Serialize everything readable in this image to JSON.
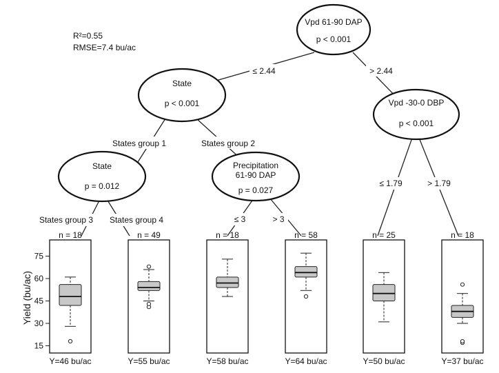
{
  "stats": {
    "r2": "R²=0.55",
    "rmse": "RMSE=7.4 bu/ac"
  },
  "nodes": {
    "root": {
      "title": "Vpd 61-90 DAP",
      "p": "p < 0.001"
    },
    "state1": {
      "title": "State",
      "p": "p < 0.001"
    },
    "vpd30": {
      "title": "Vpd -30-0 DBP",
      "p": "p < 0.001"
    },
    "state2": {
      "title": "State",
      "p": "p = 0.012"
    },
    "precip": {
      "title1": "Precipitation",
      "title2": "61-90 DAP",
      "p": "p = 0.027"
    }
  },
  "edges": {
    "root_left": "≤ 2.44",
    "root_right": "> 2.44",
    "state1_left": "States group 1",
    "state1_right": "States group 2",
    "state2_left": "States group 3",
    "state2_right": "States group 4",
    "precip_left": "≤ 3",
    "precip_right": "> 3",
    "vpd30_left": "≤ 1.79",
    "vpd30_right": "> 1.79"
  },
  "chart_data": {
    "type": "box",
    "ylabel": "Yield (bu/ac)",
    "ylim": [
      12,
      84
    ],
    "yticks": [
      15,
      30,
      45,
      60,
      75
    ],
    "panels": [
      {
        "n": "n = 18",
        "footer": "Y=46 bu/ac",
        "whisker_low": 28,
        "q1": 42,
        "median": 48,
        "q3": 56,
        "whisker_high": 61,
        "outliers": [
          18
        ]
      },
      {
        "n": "n = 49",
        "footer": "Y=55 bu/ac",
        "whisker_low": 45,
        "q1": 52,
        "median": 54,
        "q3": 58,
        "whisker_high": 66,
        "outliers": [
          41,
          43,
          68
        ]
      },
      {
        "n": "n = 18",
        "footer": "Y=58 bu/ac",
        "whisker_low": 48,
        "q1": 54,
        "median": 57,
        "q3": 61,
        "whisker_high": 73,
        "outliers": []
      },
      {
        "n": "n = 58",
        "footer": "Y=64 bu/ac",
        "whisker_low": 52,
        "q1": 61,
        "median": 64,
        "q3": 68,
        "whisker_high": 77,
        "outliers": [
          48
        ]
      },
      {
        "n": "n = 25",
        "footer": "Y=50 bu/ac",
        "whisker_low": 31,
        "q1": 45,
        "median": 50,
        "q3": 56,
        "whisker_high": 64,
        "outliers": []
      },
      {
        "n": "n = 18",
        "footer": "Y=37 bu/ac",
        "whisker_low": 30,
        "q1": 34,
        "median": 38,
        "q3": 42,
        "whisker_high": 50,
        "outliers": [
          17,
          18,
          56
        ]
      }
    ]
  }
}
